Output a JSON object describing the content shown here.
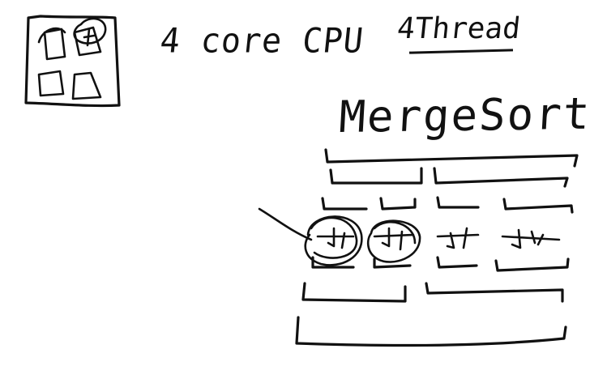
{
  "labels": {
    "cpu": "4 core CPU",
    "threads": "4Thread",
    "algorithm": "MergeSort"
  },
  "ink_color": "#111111",
  "background_color": "#ffffff"
}
